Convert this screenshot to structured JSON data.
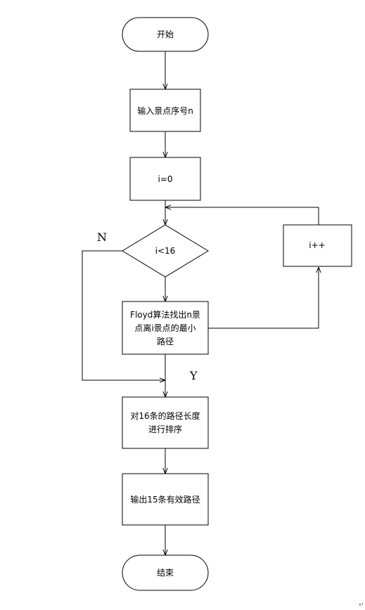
{
  "nodes": {
    "start": "开始",
    "input": "输入景点序号n",
    "init": "i=0",
    "condition": "i<16",
    "increment": "i++",
    "floyd": [
      "Floyd算法找出n景",
      "点离i景点的最小",
      "路径"
    ],
    "sort": [
      "对16条的路径长度",
      "进行排序"
    ],
    "output": "输出15条有效路径",
    "end": "结束"
  },
  "branches": {
    "no": "N",
    "yes": "Y"
  },
  "corner_mark": "↵"
}
